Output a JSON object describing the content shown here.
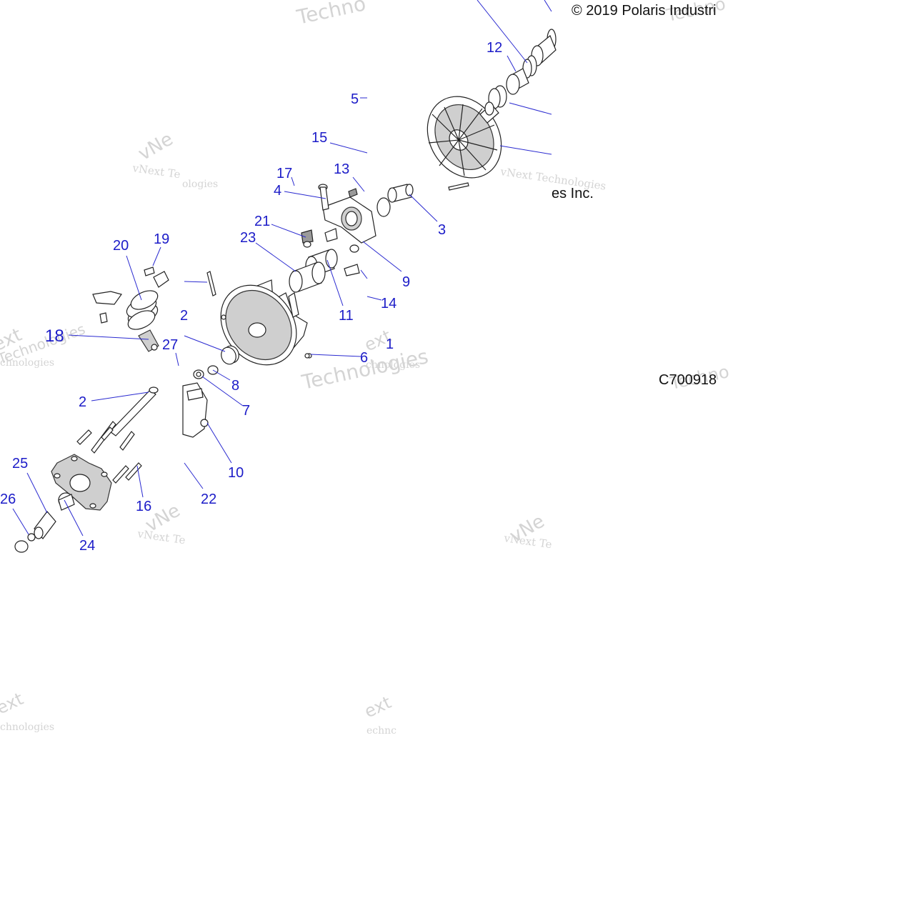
{
  "copyright": "© 2019 Polaris Industri",
  "copyright_tail": "es Inc.",
  "diagram_code": "C700918",
  "watermarks": [
    "vNext Technologies",
    "vNext Te",
    "Techno",
    "Technologies",
    "ext",
    "chnologies",
    "echnc",
    "vNe",
    "ologies"
  ],
  "callouts": {
    "c1": "1",
    "c2": "2",
    "c3": "3",
    "c4": "4",
    "c5": "5",
    "c6": "6",
    "c7": "7",
    "c8": "8",
    "c9": "9",
    "c10": "10",
    "c11": "11",
    "c12": "12",
    "c13": "13",
    "c14": "14",
    "c15": "15",
    "c16": "16",
    "c17": "17",
    "c18": "18",
    "c19": "19",
    "c20": "20",
    "c21": "21",
    "c22": "22",
    "c23": "23",
    "c24": "24",
    "c25": "25",
    "c26": "26",
    "c27": "27"
  },
  "colors": {
    "callout": "#1c1cc8",
    "leader": "#2a2ad0",
    "watermark": "#d4d4d4"
  }
}
